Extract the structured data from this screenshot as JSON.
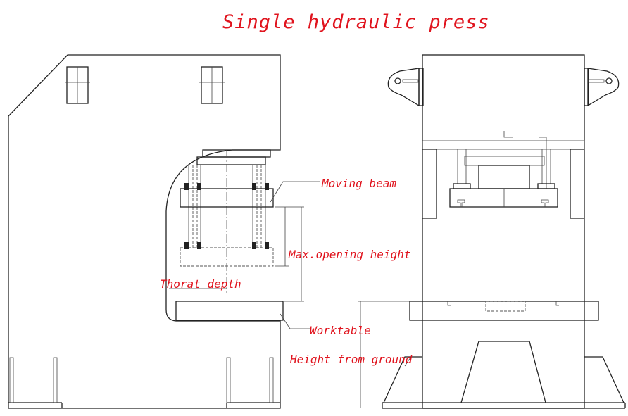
{
  "title": "Single hydraulic press",
  "labels": {
    "moving_beam": "Moving beam",
    "max_opening_height": "Max.opening height",
    "throat_depth": "Thorat depth",
    "worktable": "Worktable",
    "height_from_ground": "Height from ground"
  },
  "colors": {
    "label": "#e0141e",
    "line": "#222222"
  }
}
